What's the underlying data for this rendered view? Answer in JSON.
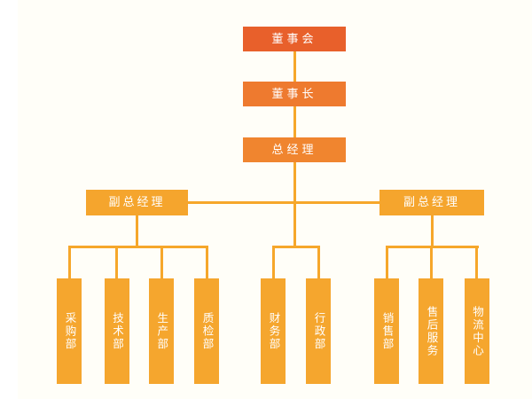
{
  "page": {
    "background_color": "#ffffff",
    "canvas_color": "#fffef8"
  },
  "chart": {
    "type": "org-chart",
    "palette": {
      "level1": "#e8602b",
      "level2": "#ee7a2f",
      "level3": "#f0852f",
      "level4": "#f5a52d",
      "department": "#f5a62e",
      "connector": "#f6a72b",
      "label_text": "#ffffff",
      "canvas": "#fffef8"
    },
    "nodes": {
      "board": {
        "label": "董事会"
      },
      "chairman": {
        "label": "董事长"
      },
      "general_manager": {
        "label": "总经理"
      },
      "deputy_left": {
        "label": "副总经理"
      },
      "deputy_right": {
        "label": "副总经理"
      },
      "departments_left": [
        {
          "label": "采购部"
        },
        {
          "label": "技术部"
        },
        {
          "label": "生产部"
        },
        {
          "label": "质检部"
        }
      ],
      "departments_middle": [
        {
          "label": "财务部"
        },
        {
          "label": "行政部"
        }
      ],
      "departments_right": [
        {
          "label": "销售部"
        },
        {
          "label": "售后服务"
        },
        {
          "label": "物流中心"
        }
      ]
    }
  }
}
